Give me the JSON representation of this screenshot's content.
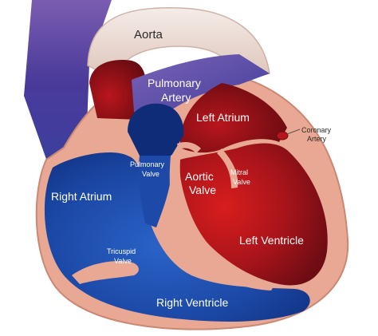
{
  "diagram": {
    "labels": {
      "aorta": "Aorta",
      "pulmonary_artery": [
        "Pulmonary",
        "Artery"
      ],
      "left_atrium": "Left Atrium",
      "coronary_artery": [
        "Coronary",
        "Artery"
      ],
      "pulmonary_valve": [
        "Pulmonary",
        "Valve"
      ],
      "aortic_valve": [
        "Aortic",
        "Valve"
      ],
      "mitral_valve": [
        "Mitral",
        "Valve"
      ],
      "right_atrium": "Right Atrium",
      "tricuspid_valve": [
        "Tricuspid",
        "Valve"
      ],
      "left_ventricle": "Left Ventricle",
      "right_ventricle": "Right Ventricle"
    },
    "colors": {
      "muscle": "#e9a893",
      "muscle_outline": "#c98874",
      "oxygenated": "#c41a1a",
      "oxygenated_dark": "#7a0a0a",
      "deoxygenated": "#1f4fb0",
      "deoxygenated_dark": "#0e2c78",
      "vena_cava": "#5a3c95",
      "aorta_wall": "#e8d6cd"
    }
  }
}
